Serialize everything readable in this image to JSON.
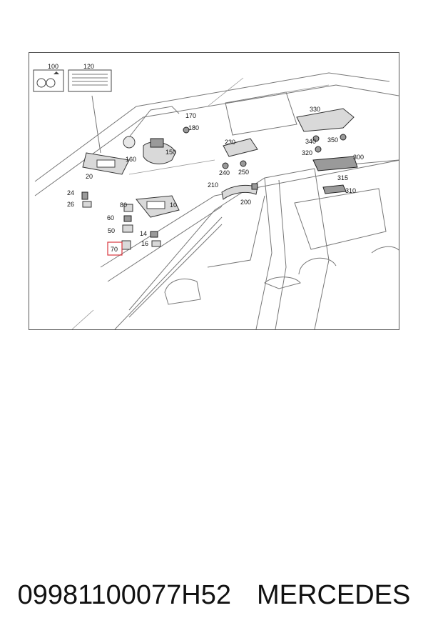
{
  "diagram": {
    "callouts": [
      "100",
      "120",
      "170",
      "180",
      "160",
      "150",
      "20",
      "24",
      "26",
      "80",
      "10",
      "60",
      "50",
      "14",
      "16",
      "70",
      "230",
      "240",
      "250",
      "210",
      "200",
      "330",
      "340",
      "350",
      "320",
      "300",
      "315",
      "310"
    ],
    "highlighted_callout": "70",
    "highlight_color": "#d9363e"
  },
  "caption": {
    "part_number": "09981100077H52",
    "brand": "MERCEDES"
  }
}
